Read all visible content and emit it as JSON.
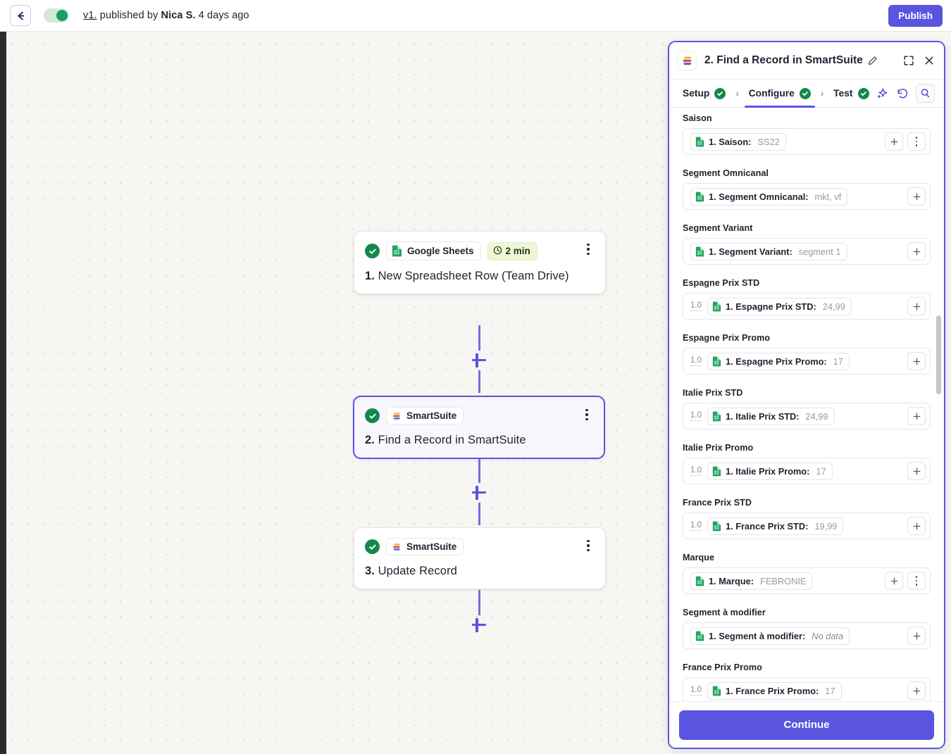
{
  "topbar": {
    "back_icon": "arrow-left-icon",
    "toggle_state": "on",
    "version": "v1.",
    "status_prefix": " published by ",
    "author": "Nica S.",
    "status_suffix": " 4 days ago",
    "publish_label": "Publish"
  },
  "flow": {
    "nodes": [
      {
        "index": "1.",
        "app": "Google Sheets",
        "app_icon": "google-sheets-icon",
        "duration": "2 min",
        "duration_icon": "clock-icon",
        "title": "New Spreadsheet Row (Team Drive)",
        "status_icon": "check-circle-icon",
        "selected": false
      },
      {
        "index": "2.",
        "app": "SmartSuite",
        "app_icon": "smartsuite-icon",
        "duration": "",
        "title": "Find a Record in SmartSuite",
        "status_icon": "check-circle-icon",
        "selected": true
      },
      {
        "index": "3.",
        "app": "SmartSuite",
        "app_icon": "smartsuite-icon",
        "duration": "",
        "title": "Update Record",
        "status_icon": "check-circle-icon",
        "selected": false
      }
    ],
    "add_step_icon": "plus-icon"
  },
  "panel": {
    "app_icon": "smartsuite-icon",
    "title": "2. Find a Record in SmartSuite",
    "edit_icon": "pencil-icon",
    "expand_icon": "expand-icon",
    "close_icon": "close-icon",
    "tabs": [
      {
        "label": "Setup",
        "done": true,
        "active": false
      },
      {
        "label": "Configure",
        "done": true,
        "active": true
      },
      {
        "label": "Test",
        "done": true,
        "active": false
      }
    ],
    "tab_separator": "›",
    "tool_icons": [
      "sparkle-ai-icon",
      "undo-icon",
      "search-icon"
    ],
    "fields": [
      {
        "label": "Saison",
        "format": "",
        "token_label": "1. Saison:",
        "token_value": "SS22",
        "nodata": false,
        "has_menu": true
      },
      {
        "label": "Segment Omnicanal",
        "format": "",
        "token_label": "1. Segment Omnicanal:",
        "token_value": "mkt, vf",
        "nodata": false,
        "has_menu": false
      },
      {
        "label": "Segment Variant",
        "format": "",
        "token_label": "1. Segment Variant:",
        "token_value": "segment 1",
        "nodata": false,
        "has_menu": false
      },
      {
        "label": "Espagne Prix STD",
        "format": "1.0",
        "token_label": "1. Espagne Prix STD:",
        "token_value": "24,99",
        "nodata": false,
        "has_menu": false
      },
      {
        "label": "Espagne Prix Promo",
        "format": "1.0",
        "token_label": "1. Espagne Prix Promo:",
        "token_value": "17",
        "nodata": false,
        "has_menu": false
      },
      {
        "label": "Italie Prix STD",
        "format": "1.0",
        "token_label": "1. Italie Prix STD:",
        "token_value": "24,99",
        "nodata": false,
        "has_menu": false
      },
      {
        "label": "Italie Prix Promo",
        "format": "1.0",
        "token_label": "1. Italie Prix Promo:",
        "token_value": "17",
        "nodata": false,
        "has_menu": false
      },
      {
        "label": "France Prix STD",
        "format": "1.0",
        "token_label": "1. France Prix STD:",
        "token_value": "19,99",
        "nodata": false,
        "has_menu": false
      },
      {
        "label": "Marque",
        "format": "",
        "token_label": "1. Marque:",
        "token_value": "FEBRONIE",
        "nodata": false,
        "has_menu": true
      },
      {
        "label": "Segment à modifier",
        "format": "",
        "token_label": "1. Segment à modifier:",
        "token_value": "No data",
        "nodata": true,
        "has_menu": false
      },
      {
        "label": "France Prix Promo",
        "format": "1.0",
        "token_label": "1. France Prix Promo:",
        "token_value": "17",
        "nodata": false,
        "has_menu": false
      }
    ],
    "add_token_icon": "plus-icon",
    "row_menu_icon": "kebab-menu-icon",
    "continue_label": "Continue"
  },
  "colors": {
    "accent": "#5a55e0",
    "success": "#12894a",
    "canvas": "#f7f6f3",
    "time_badge": "#eef6d8"
  }
}
